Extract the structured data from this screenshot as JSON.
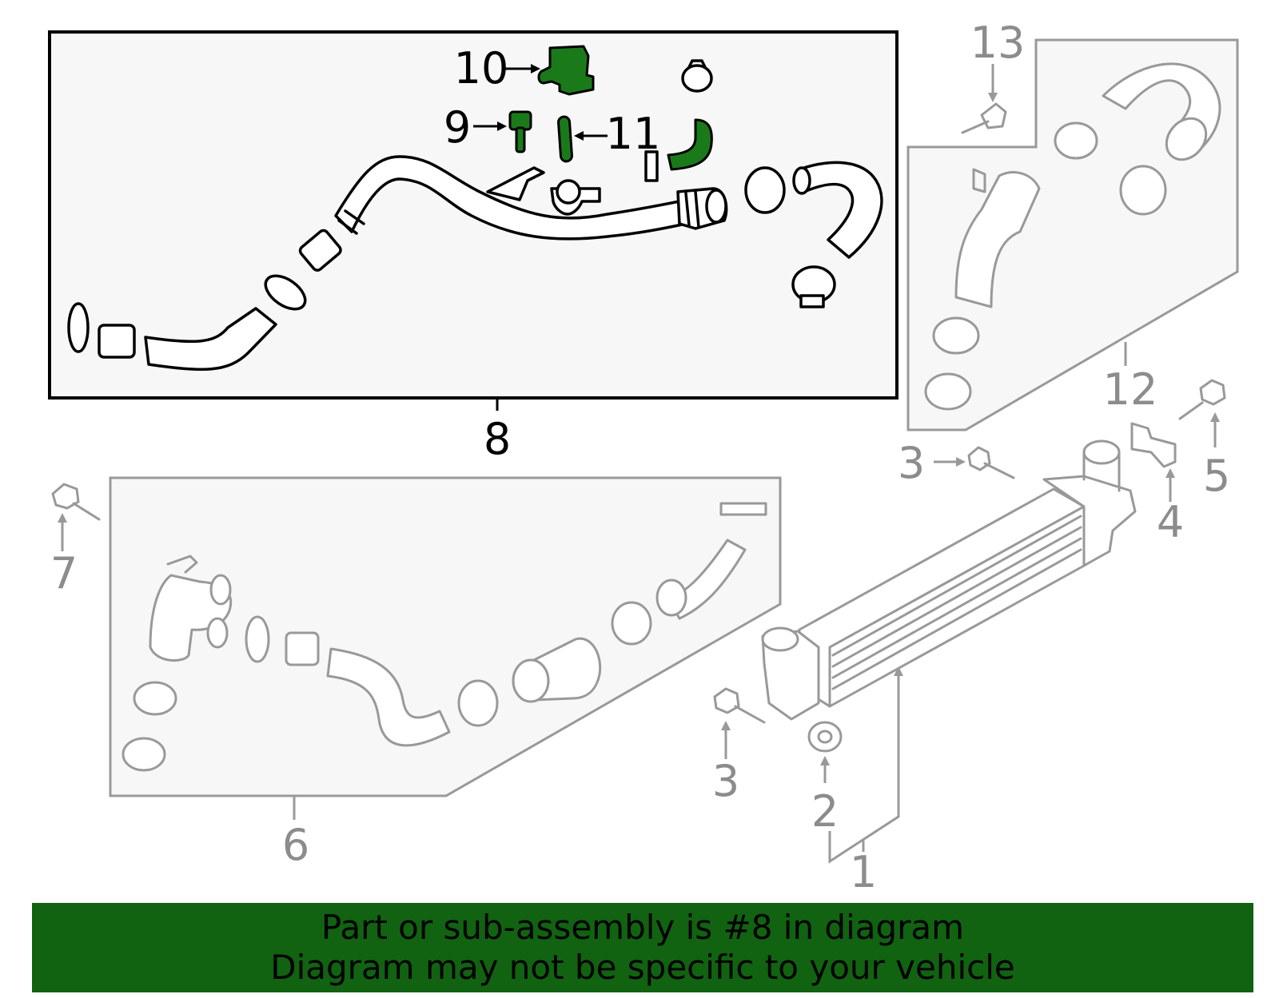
{
  "callouts": {
    "c1": "1",
    "c2": "2",
    "c3a": "3",
    "c3b": "3",
    "c4": "4",
    "c5": "5",
    "c6": "6",
    "c7": "7",
    "c8": "8",
    "c9": "9",
    "c10": "10",
    "c11": "11",
    "c12": "12",
    "c13": "13"
  },
  "banner": {
    "line1": "Part or sub-assembly is #8 in diagram",
    "line2": "Diagram may not be specific to your vehicle"
  },
  "colors": {
    "highlight_green": "#1a7a1a",
    "banner_green": "#116211",
    "active_stroke": "#000000",
    "inactive_stroke": "#999999"
  }
}
